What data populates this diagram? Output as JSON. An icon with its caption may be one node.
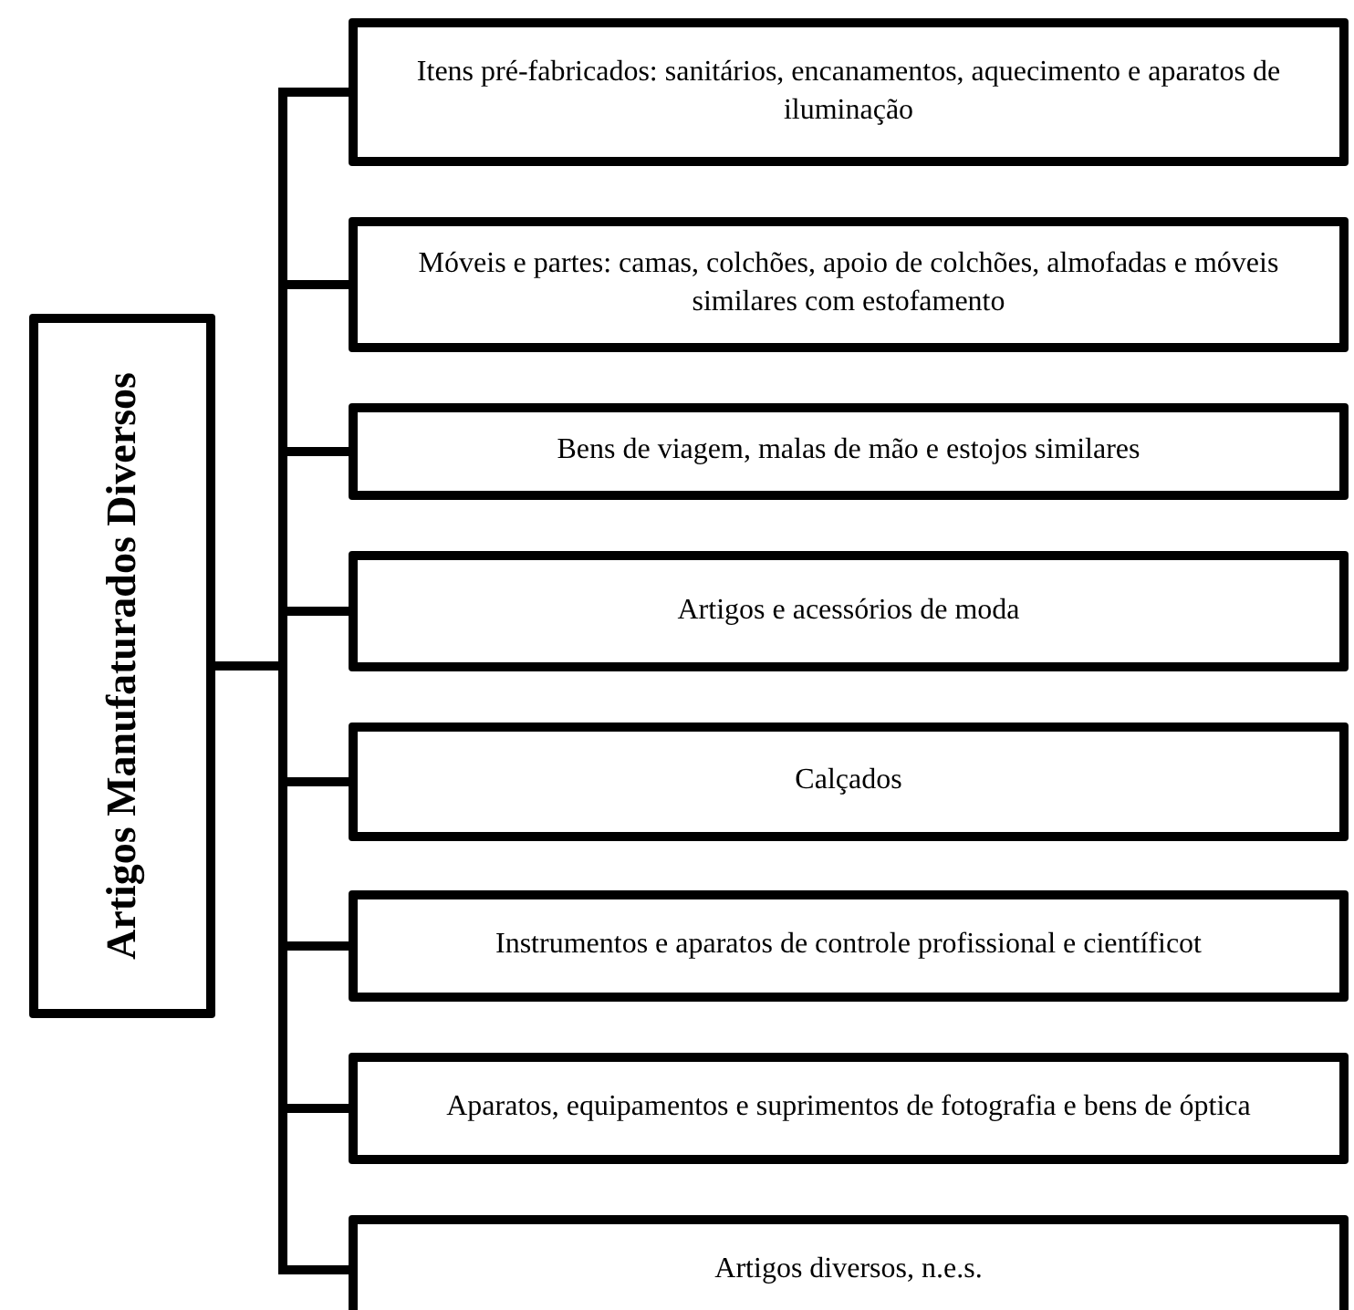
{
  "diagram": {
    "nodes": [
      {
        "text": [
          "Artigos Manufaturados Diversos"
        ]
      },
      {
        "text": [
          "Itens pré-fabricados: sanitários, encanamentos, aquecimento e aparatos de iluminação"
        ]
      },
      {
        "text": [
          "Móveis e partes: camas, colchões, apoio de colchões, almofadas e móveis similares com estofamento"
        ]
      },
      {
        "text": [
          "Bens de viagem, malas de mão e estojos similares"
        ]
      },
      {
        "text": [
          "Artigos e acessórios de moda"
        ]
      },
      {
        "text": [
          "Calçados"
        ]
      },
      {
        "text": [
          "Instrumentos e aparatos de controle profissional e científicot"
        ]
      },
      {
        "text": [
          "Aparatos, equipamentos e suprimentos de fotografia e bens de óptica"
        ]
      },
      {
        "text": [
          "Artigos diversos, n.e.s."
        ]
      }
    ],
    "edges": [
      {
        "from": 0,
        "to": 1,
        "arrow": "none"
      },
      {
        "from": 0,
        "to": 2,
        "arrow": "none"
      },
      {
        "from": 0,
        "to": 3,
        "arrow": "none"
      },
      {
        "from": 0,
        "to": 4,
        "arrow": "none"
      },
      {
        "from": 0,
        "to": 5,
        "arrow": "none"
      },
      {
        "from": 0,
        "to": 6,
        "arrow": "none"
      },
      {
        "from": 0,
        "to": 7,
        "arrow": "none"
      },
      {
        "from": 0,
        "to": 8,
        "arrow": "none"
      }
    ]
  }
}
